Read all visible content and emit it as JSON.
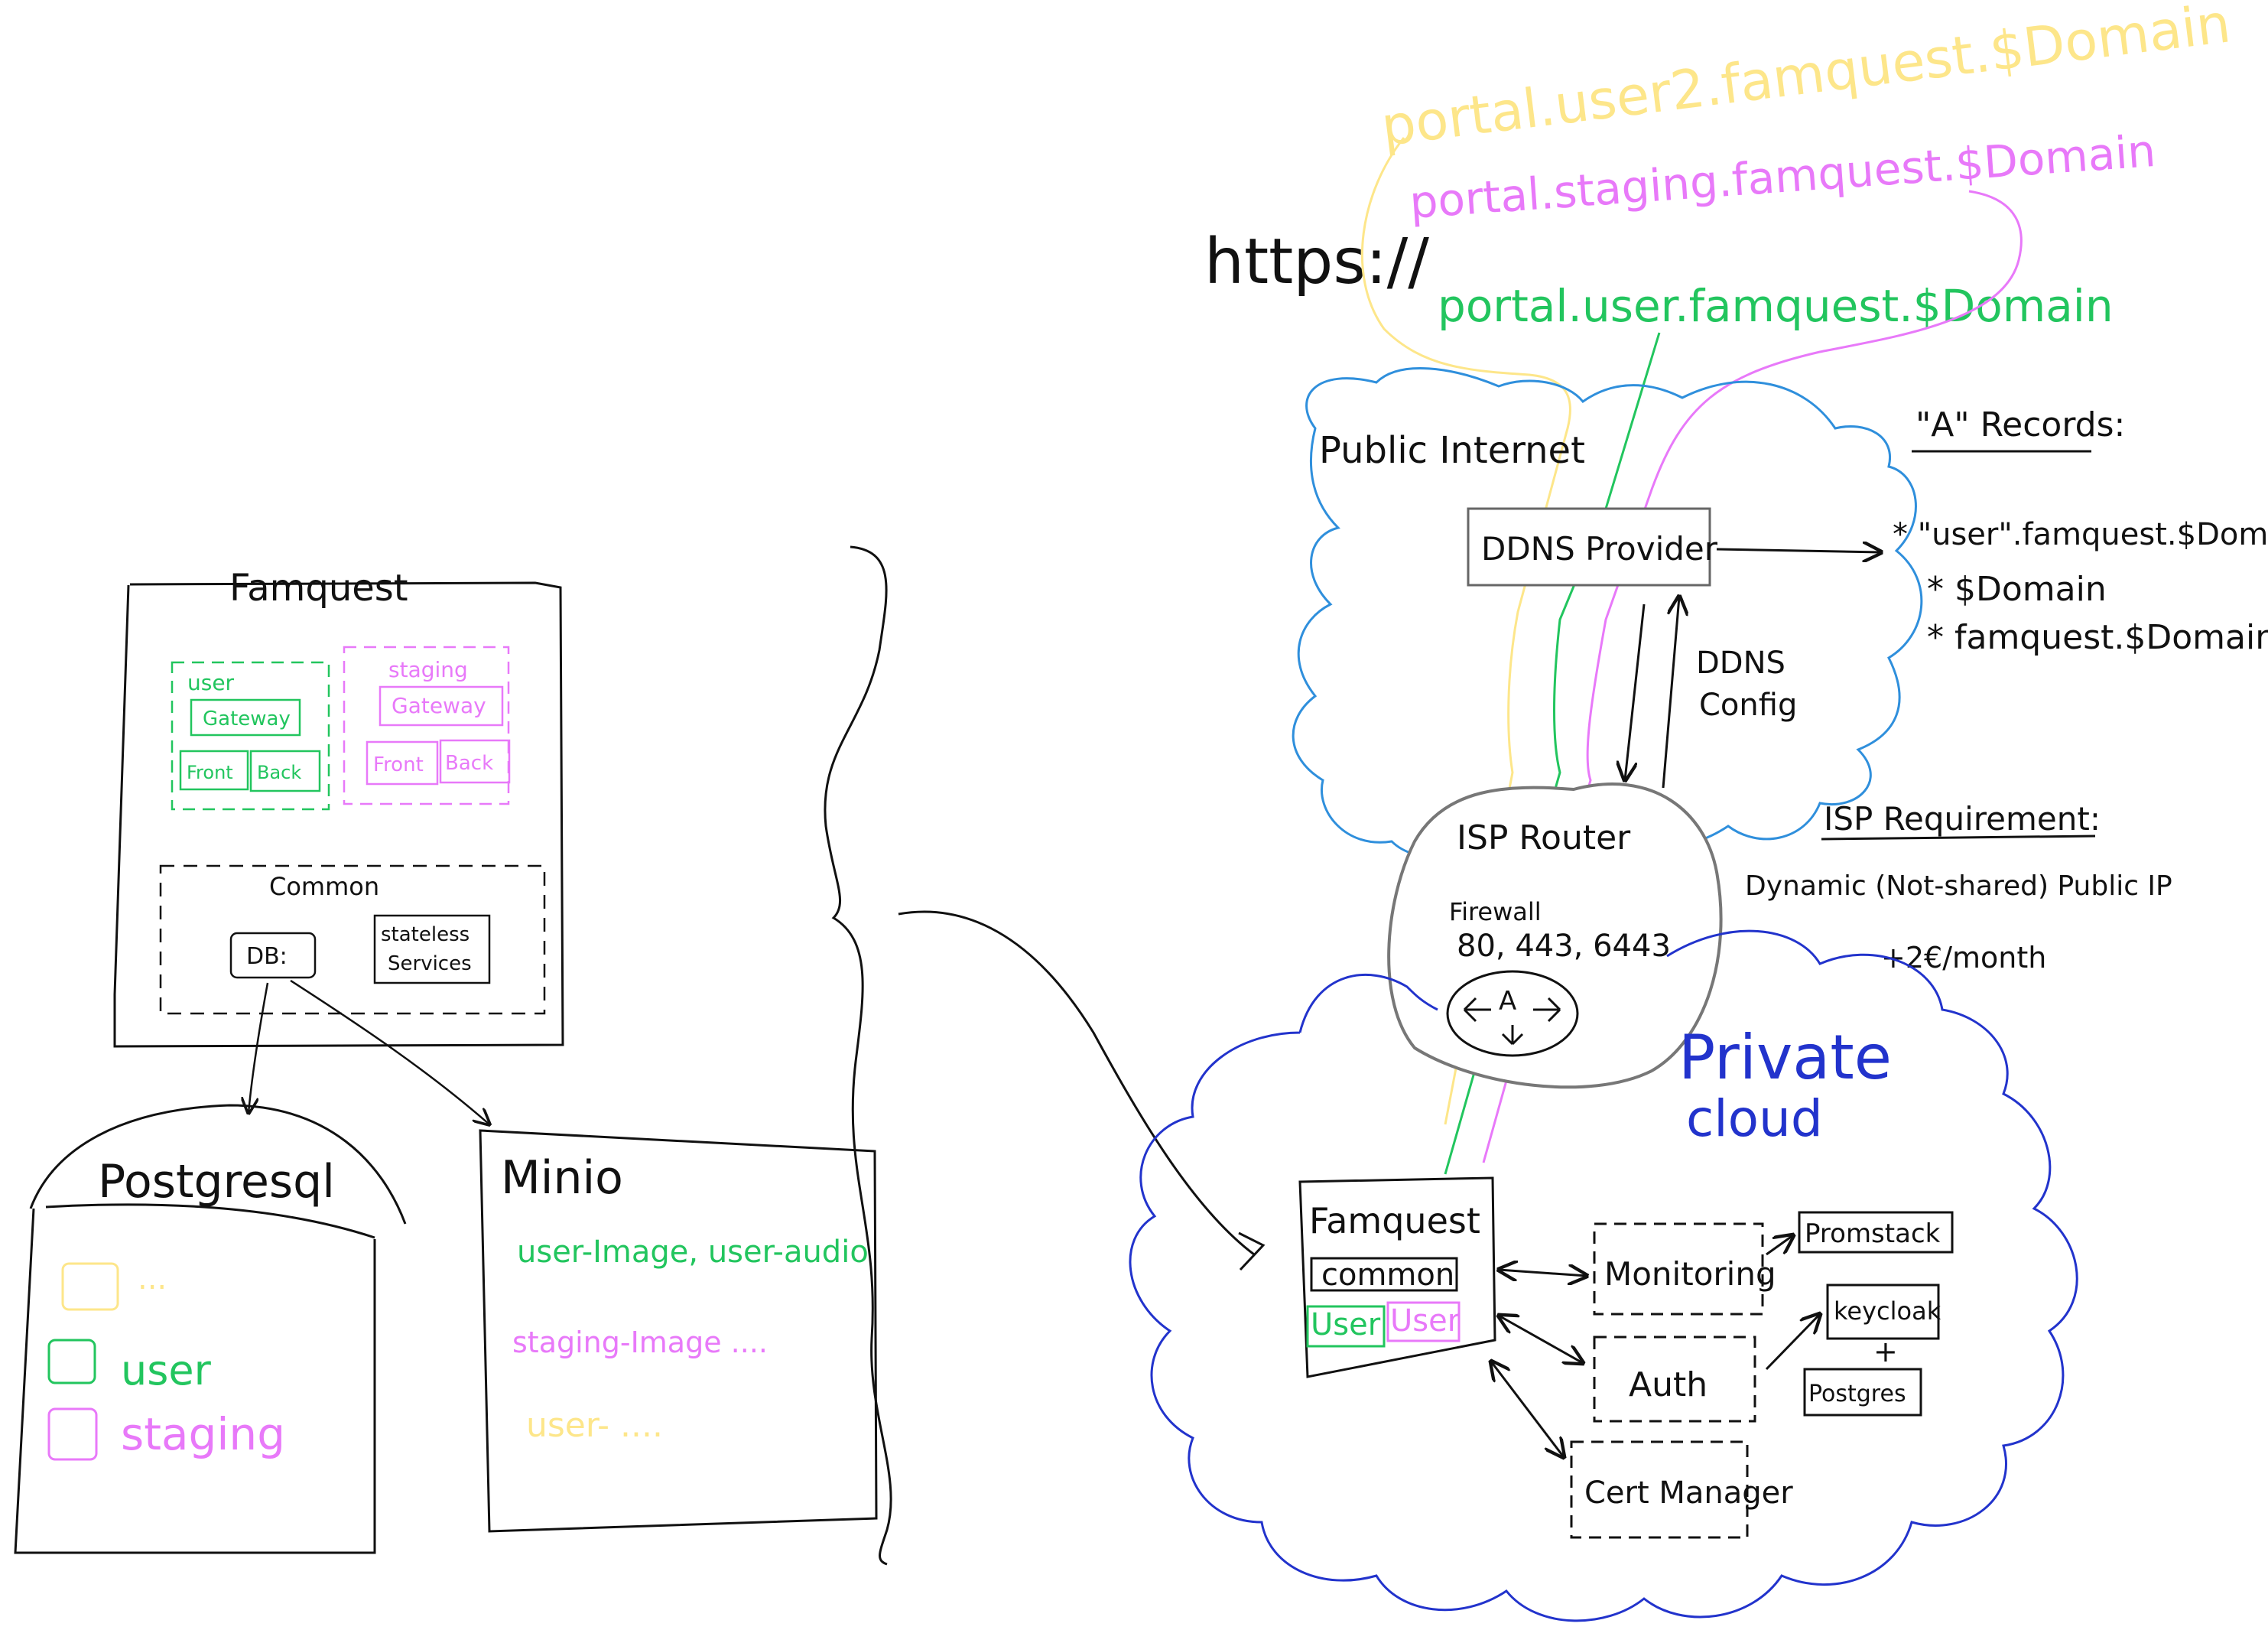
{
  "colors": {
    "black": "#111111",
    "green": "#22c55e",
    "pink": "#e879f9",
    "yellow": "#fde68a",
    "yellow_url": "#fae084",
    "cloud_public": "#2f8fdc",
    "cloud_private": "#2233cc",
    "router_gray": "#777777"
  },
  "famquest_box": {
    "title": "Famquest",
    "user_group": {
      "label": "user",
      "gateway": "Gateway",
      "front": "Front",
      "back": "Back"
    },
    "staging_group": {
      "label": "staging",
      "gateway": "Gateway",
      "front": "Front",
      "back": "Back"
    },
    "common": {
      "label": "Common",
      "db": "DB:",
      "stateless_line1": "stateless",
      "stateless_line2": "Services"
    }
  },
  "postgresql": {
    "title": "Postgresql",
    "items": [
      {
        "label": "...",
        "color": "yellow"
      },
      {
        "label": "user",
        "color": "green"
      },
      {
        "label": "staging",
        "color": "pink"
      }
    ]
  },
  "minio": {
    "title": "Minio",
    "buckets": [
      {
        "label": "user-Image, user-audio",
        "color": "green"
      },
      {
        "label": "staging-Image ....",
        "color": "pink"
      },
      {
        "label": "user- ....",
        "color": "yellow"
      }
    ]
  },
  "urls": {
    "scheme": "https://",
    "lines": [
      {
        "label": "portal.user2.famquest.$Domain",
        "color": "yellow"
      },
      {
        "label": "portal.staging.famquest.$Domain",
        "color": "pink"
      },
      {
        "label": "portal.user.famquest.$Domain",
        "color": "green"
      }
    ]
  },
  "public_internet": {
    "label": "Public Internet",
    "ddns_provider": "DDNS Provider",
    "ddns_config_line1": "DDNS",
    "ddns_config_line2": "Config"
  },
  "a_records": {
    "title": "\"A\" Records:",
    "items": [
      "* \"user\".famquest.$Domain",
      "* $Domain",
      "* famquest.$Domain"
    ]
  },
  "isp_router": {
    "label": "ISP Router",
    "firewall": "Firewall",
    "ports": "80, 443, 6443",
    "arrow_glyph": "A"
  },
  "isp_requirement": {
    "title": "ISP Requirement:",
    "line1": "Dynamic (Not-shared) Public IP",
    "line2": "+2€/month"
  },
  "private_cloud": {
    "label_line1": "Private",
    "label_line2": "cloud",
    "famquest": {
      "title": "Famquest",
      "common": "common",
      "user1": "User",
      "user2": "User"
    },
    "monitoring": "Monitoring",
    "auth": "Auth",
    "cert_manager": "Cert Manager",
    "promstack": "Promstack",
    "keycloak": "keycloak",
    "plus": "+",
    "postgres": "Postgres"
  }
}
